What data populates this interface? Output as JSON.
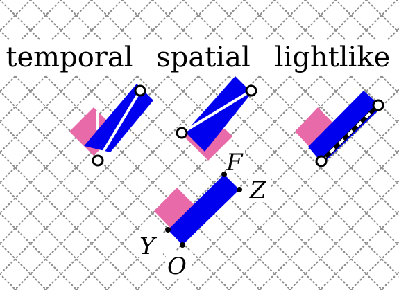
{
  "titles": {
    "temporal": "temporal",
    "spatial": "spatial",
    "lightlike": "lightlike"
  },
  "points": {
    "F": "F",
    "Z": "Z",
    "Y": "Y",
    "O": "O"
  },
  "colors": {
    "pink": "#E86AA8",
    "blue": "#0000EE",
    "grid": "#8c8c8c",
    "segment": "#ffffff",
    "outline": "#000000"
  }
}
